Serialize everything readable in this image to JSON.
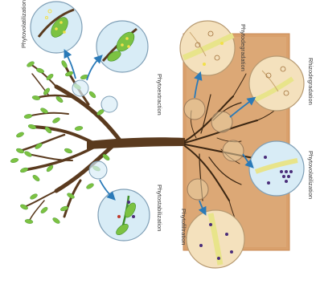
{
  "labels": {
    "phytovolatilization_top": "Phytovolatilization",
    "phytoextraction": "Phytoextraction",
    "phytostabilization": "Phytostabilization",
    "phytodegradation": "Phytodegradation",
    "rhizodegradation": "Rhizodegradation",
    "phytovolatilization_bottom": "Phytovolatilization",
    "phytofiltration": "Phytofiltration"
  },
  "colors": {
    "soil": "#d9a06c",
    "soil_edge": "#c98a55",
    "trunk": "#5a3a1e",
    "root": "#3b2612",
    "leaf": "#7cc242",
    "leaf_dark": "#3f8f2a",
    "circle_fill": "#d8ecf6",
    "circle_stroke": "#7f9fb6",
    "arrow": "#2a7ab8",
    "particle": "#4a2d7a",
    "soil_circle_fill": "#e9cfa4"
  }
}
